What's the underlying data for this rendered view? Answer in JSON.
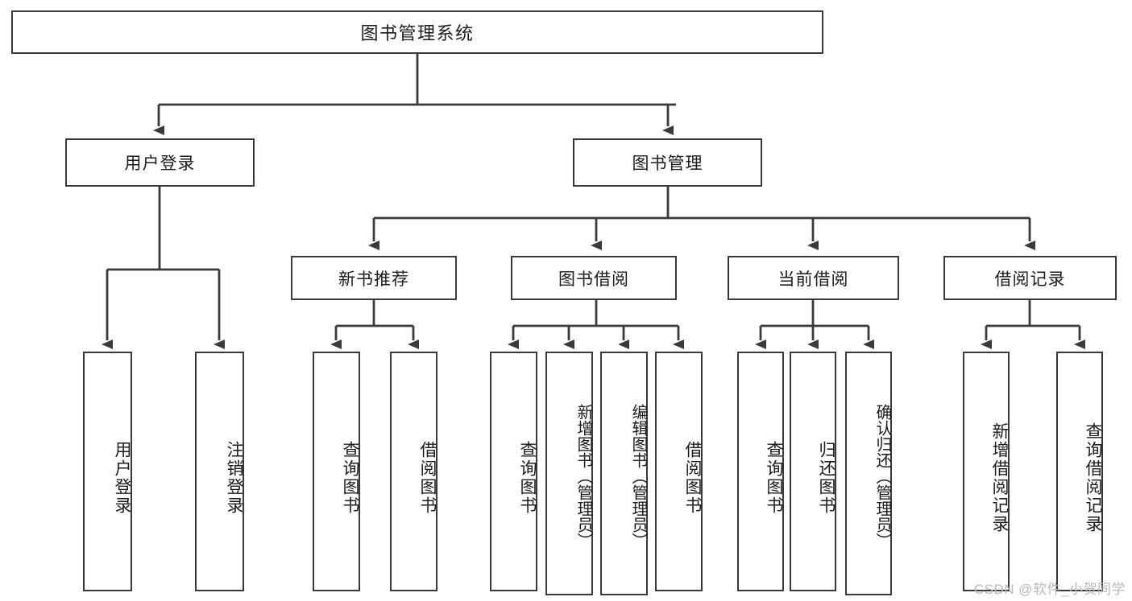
{
  "diagram": {
    "title_node": {
      "label": "图书管理系统"
    },
    "level2": [
      {
        "id": "user-login",
        "label": "用户登录"
      },
      {
        "id": "book-manage",
        "label": "图书管理"
      }
    ],
    "level3": [
      {
        "id": "new-book-recommend",
        "label": "新书推荐"
      },
      {
        "id": "book-borrow",
        "label": "图书借阅"
      },
      {
        "id": "current-borrow",
        "label": "当前借阅"
      },
      {
        "id": "borrow-record",
        "label": "借阅记录"
      }
    ],
    "leaves": [
      {
        "id": "leaf-user-login",
        "label": "用户登录",
        "parent": "user-login"
      },
      {
        "id": "leaf-logout-login",
        "label": "注销登录",
        "parent": "user-login"
      },
      {
        "id": "leaf-query-book-1",
        "label": "查询图书",
        "parent": "new-book-recommend"
      },
      {
        "id": "leaf-borrow-book-1",
        "label": "借阅图书",
        "parent": "new-book-recommend"
      },
      {
        "id": "leaf-query-book-2",
        "label": "查询图书",
        "parent": "book-borrow"
      },
      {
        "id": "leaf-add-book",
        "label": "新增图书（管理员）",
        "parent": "book-borrow"
      },
      {
        "id": "leaf-edit-book",
        "label": "编辑图书（管理员）",
        "parent": "book-borrow"
      },
      {
        "id": "leaf-borrow-book-2",
        "label": "借阅图书",
        "parent": "book-borrow"
      },
      {
        "id": "leaf-query-book-3",
        "label": "查询图书",
        "parent": "current-borrow"
      },
      {
        "id": "leaf-return-book",
        "label": "归还图书",
        "parent": "current-borrow"
      },
      {
        "id": "leaf-confirm-return",
        "label": "确认归还（管理员）",
        "parent": "current-borrow"
      },
      {
        "id": "leaf-add-record",
        "label": "新增借阅记录",
        "parent": "borrow-record"
      },
      {
        "id": "leaf-query-record",
        "label": "查询借阅记录",
        "parent": "borrow-record"
      }
    ],
    "colors": {
      "stroke": "#3a3a3a",
      "fill": "#ffffff",
      "text": "#1b1b1b",
      "watermark": "#b9b9b9"
    }
  },
  "watermark": {
    "text": "CSDN @软件_小贺同学"
  }
}
